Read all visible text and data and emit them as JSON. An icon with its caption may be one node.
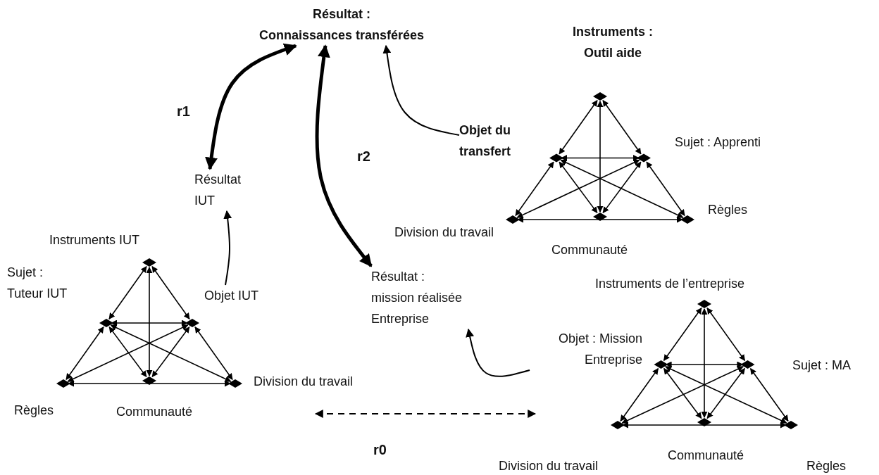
{
  "diagram": {
    "nodes": [
      {
        "text": [
          "Résultat :",
          "Connaissances transférées"
        ]
      },
      {
        "text": [
          "Objet du transfert"
        ]
      },
      {
        "text": [
          "Résultat IUT"
        ]
      },
      {
        "text": [
          "Objet IUT"
        ]
      },
      {
        "text": [
          "Résultat :",
          "mission réalisée Entreprise"
        ]
      },
      {
        "text": [
          "Objet : Mission Entreprise"
        ]
      }
    ],
    "edges": [
      {
        "from": 0,
        "to": 2,
        "arrow": "both",
        "label": "r1",
        "style": "thick"
      },
      {
        "from": 0,
        "to": 4,
        "arrow": "both",
        "label": "r2",
        "style": "thick"
      },
      {
        "from": 1,
        "to": 0,
        "arrow": "to"
      },
      {
        "from": 3,
        "to": 2,
        "arrow": "to"
      },
      {
        "from": 5,
        "to": 4,
        "arrow": "to"
      }
    ],
    "labels": [
      "r0",
      "Instruments : Outil aide",
      "Sujet : Apprenti",
      "Division du travail",
      "Règles",
      "Communauté",
      "Instruments IUT",
      "Sujet : Tuteur IUT",
      "Instruments de l’entreprise",
      "Division du travail",
      "Sujet : MA",
      "Règles",
      "Communauté",
      "Division du travail",
      "Communauté",
      "Règles"
    ]
  }
}
